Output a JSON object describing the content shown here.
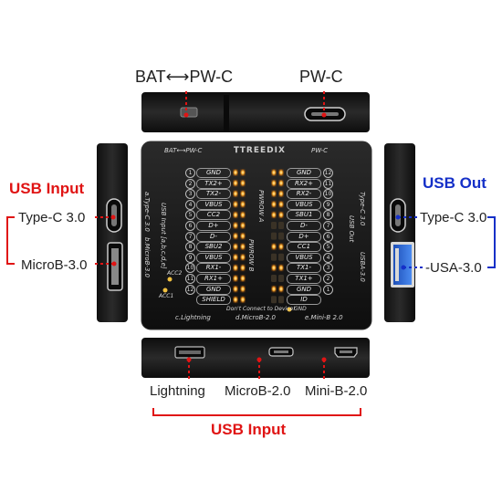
{
  "callouts": {
    "top_left": "BAT⟷PW-C",
    "top_right": "PW-C",
    "left_title": "USB Input",
    "left_typec": "Type-C 3.0",
    "left_microb": "MicroB-3.0",
    "right_title": "USB Out",
    "right_typec": "Type-C 3.0",
    "right_usba": "USA-3.0",
    "bottom_lightning": "Lightning",
    "bottom_microb": "MicroB-2.0",
    "bottom_minib": "Mini-B-2.0",
    "bottom_title": "USB Input"
  },
  "panel": {
    "brand": "TREEDIX",
    "top_left_text": "BAT⟷PW-C",
    "top_right_text": "PW-C",
    "pwrow_a": "PWROW A",
    "pwrow_b": "PWROW B",
    "left_port_a": "a.Type-C 3.0",
    "left_port_input": "USB Input [a,b,c,d,e]",
    "left_port_b": "b.MicroB-3.0",
    "right_port_typec": "Type-C 3.0",
    "right_port_usbout": "USB Out",
    "right_port_usba": "USBA-3.0",
    "acc2": "ACC2",
    "acc1": "ACC1",
    "warning": "Don't Connect to Device!",
    "gnd_note": "GND",
    "bottom_c": "c.Lightning",
    "bottom_d": "d.MicroB-2.0",
    "bottom_e": "e.Mini-B 2.0"
  },
  "pins_left": [
    {
      "num": "1",
      "name": "GND"
    },
    {
      "num": "2",
      "name": "TX2+"
    },
    {
      "num": "3",
      "name": "TX2-"
    },
    {
      "num": "4",
      "name": "VBUS"
    },
    {
      "num": "5",
      "name": "CC2"
    },
    {
      "num": "6",
      "name": "D+"
    },
    {
      "num": "7",
      "name": "D-"
    },
    {
      "num": "8",
      "name": "SBU2"
    },
    {
      "num": "9",
      "name": "VBUS"
    },
    {
      "num": "10",
      "name": "RX1-"
    },
    {
      "num": "11",
      "name": "RX1+"
    },
    {
      "num": "12",
      "name": "GND"
    },
    {
      "num": "",
      "name": "SHIELD"
    }
  ],
  "pins_right": [
    {
      "num": "12",
      "name": "GND"
    },
    {
      "num": "11",
      "name": "RX2+"
    },
    {
      "num": "10",
      "name": "RX2-"
    },
    {
      "num": "9",
      "name": "VBUS"
    },
    {
      "num": "8",
      "name": "SBU1"
    },
    {
      "num": "7",
      "name": "D-"
    },
    {
      "num": "6",
      "name": "D+"
    },
    {
      "num": "5",
      "name": "CC1"
    },
    {
      "num": "4",
      "name": "VBUS"
    },
    {
      "num": "3",
      "name": "TX1-"
    },
    {
      "num": "2",
      "name": "TX1+"
    },
    {
      "num": "1",
      "name": "GND"
    },
    {
      "num": "",
      "name": "ID"
    }
  ],
  "colors": {
    "red_accent": "#e01414",
    "blue_accent": "#1530c8",
    "led_glow": "#ffb030",
    "device_body": "#161616"
  }
}
